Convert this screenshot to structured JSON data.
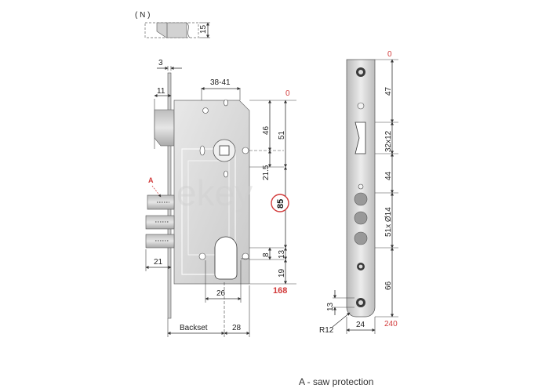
{
  "top_detail": {
    "label_n": "( N )",
    "dim_15": "15"
  },
  "side_view": {
    "dim_3": "3",
    "dim_11": "11",
    "dim_38_41": "38-41",
    "dim_0": "0",
    "dim_46": "46",
    "dim_51": "51",
    "dim_21_5": "21.5",
    "dim_85": "85",
    "dim_8": "8",
    "dim_13": "13",
    "dim_19": "19",
    "dim_168": "168",
    "dim_26": "26",
    "dim_21": "21",
    "label_a": "A",
    "label_backset": "Backset",
    "dim_28": "28"
  },
  "faceplate_view": {
    "dim_0": "0",
    "dim_47": "47",
    "dim_32x12": "32x12",
    "dim_44": "44",
    "dim_51x14": "51x Ø14",
    "dim_66": "66",
    "dim_13": "13",
    "dim_r12": "R12",
    "dim_24": "24",
    "dim_240": "240"
  },
  "watermark": "ekey",
  "caption": "A - saw protection"
}
